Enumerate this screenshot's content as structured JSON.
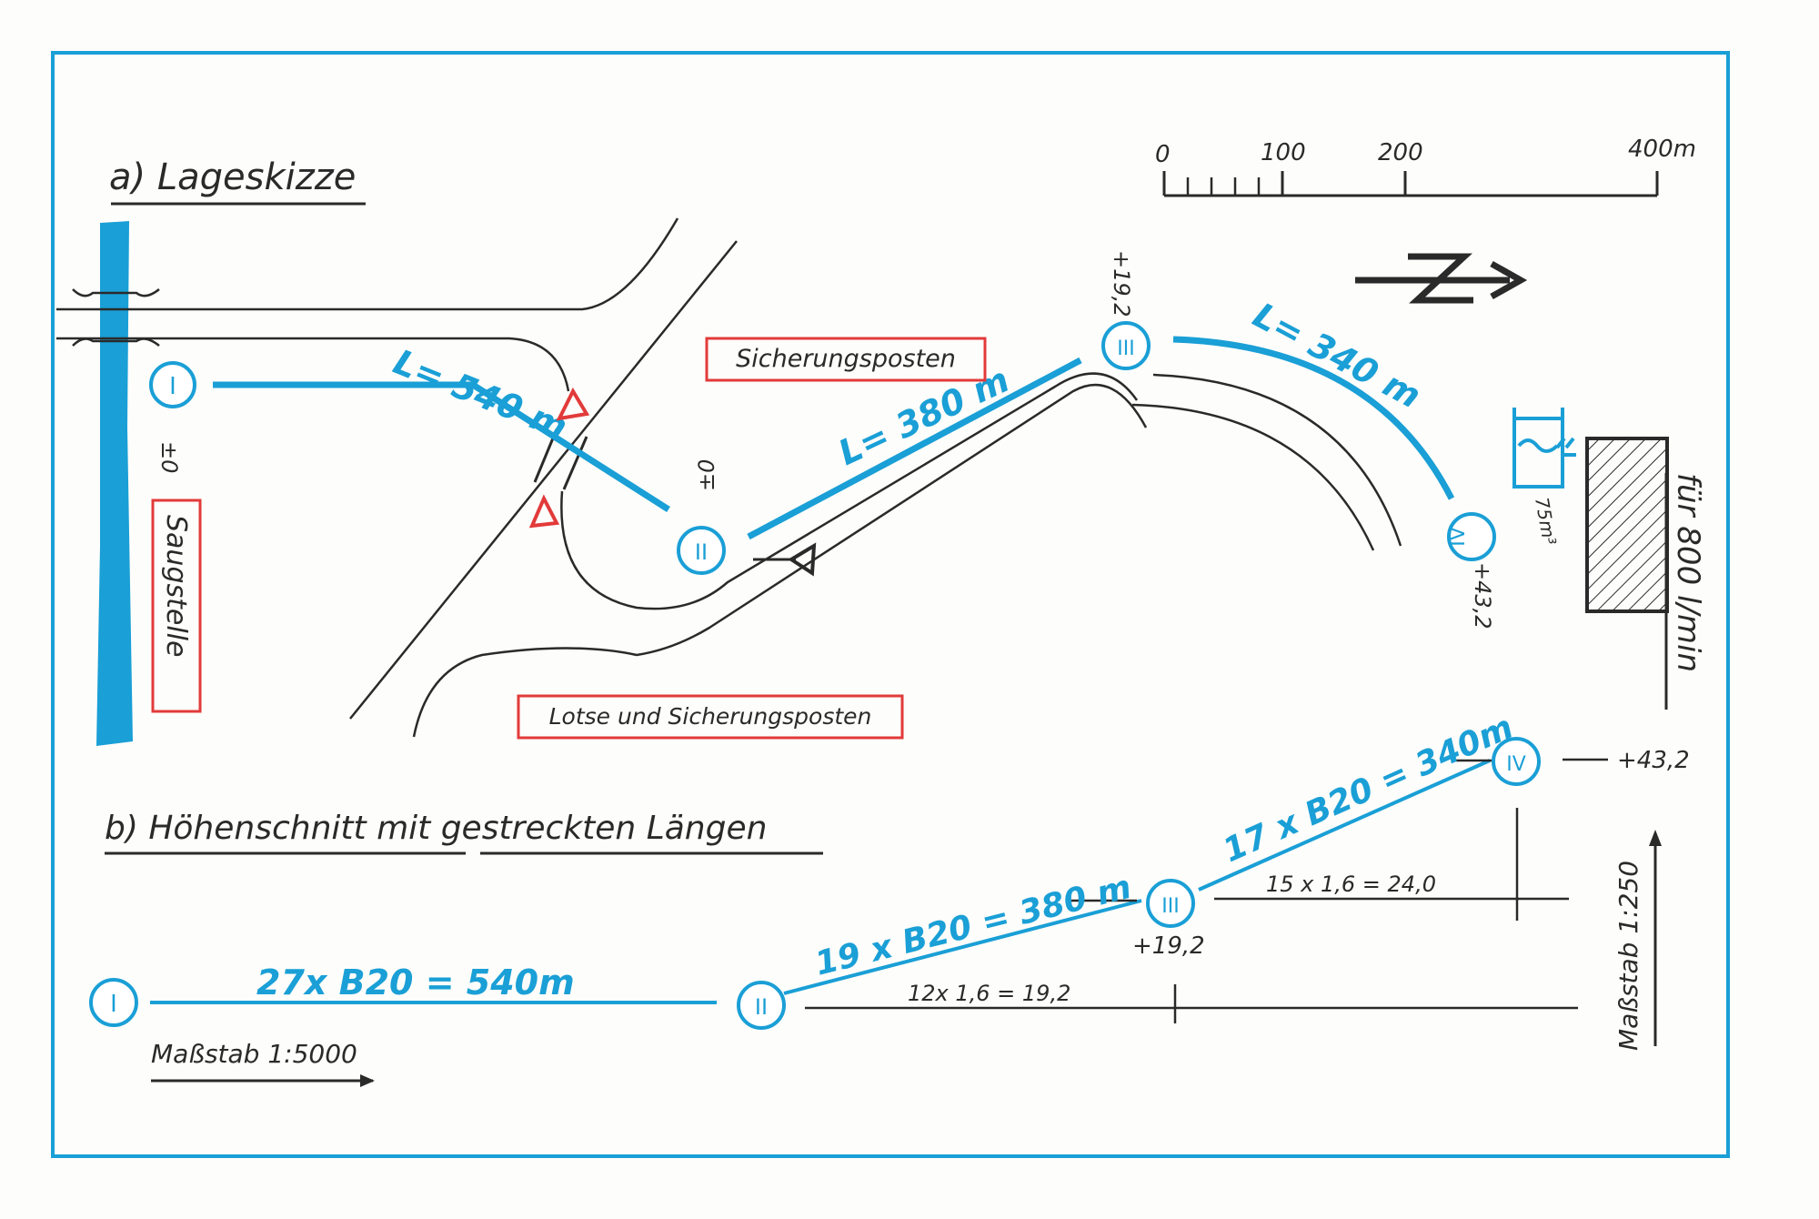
{
  "section_a": {
    "title": "a) Lageskizze"
  },
  "section_b": {
    "title": "b) Höhenschnitt mit gestreckten Längen"
  },
  "scale_bar": {
    "ticks": [
      "0",
      "100",
      "200",
      "400m"
    ]
  },
  "nodes": {
    "n1": "I",
    "n2": "II",
    "n3": "III",
    "n4": "IV"
  },
  "elevations": {
    "n1": "±0",
    "n2": "±0",
    "n3": "+19,2",
    "n4": "+43,2"
  },
  "plan_lengths": {
    "seg1": "L= 540 m",
    "seg2": "L= 380 m",
    "seg3": "L= 340 m"
  },
  "boxes": {
    "saugstelle": "Saugstelle",
    "sicherungsposten": "Sicherungsposten",
    "lotse": "Lotse und Sicherungsposten"
  },
  "tank": {
    "volume": "75m³"
  },
  "consumer": {
    "label": "für 800 l/min"
  },
  "profile": {
    "seg1": "27x B20 = 540m",
    "seg2": "19 x B20 = 380 m",
    "seg3": "17 x B20 = 340m",
    "height1": "12x 1,6 = 19,2",
    "height2": "15 x 1,6 = 24,0",
    "elev_n3": "+19,2",
    "elev_n4": "+43,2"
  },
  "scales": {
    "horizontal": "Maßstab 1:5000",
    "vertical": "Maßstab 1:250"
  },
  "colors": {
    "frame": "#1a9fd6",
    "hose": "#1a9fd6",
    "red": "#e23a3a",
    "ink": "#2a2a2a"
  }
}
